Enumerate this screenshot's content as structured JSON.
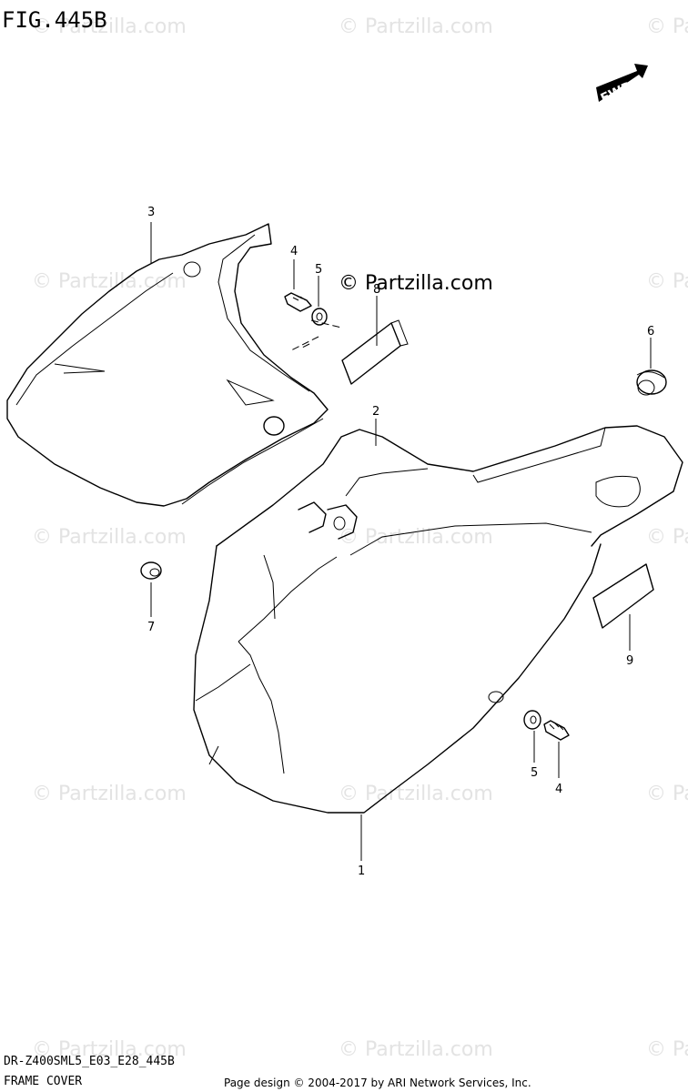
{
  "figure_label": "FIG.445B",
  "fwd_label": "FWD",
  "brand_label": "© Partzilla.com",
  "watermark_text": "© Partzilla.com",
  "callouts": {
    "c3": "3",
    "c4a": "4",
    "c5a": "5",
    "c8": "8",
    "c6": "6",
    "c2": "2",
    "c7": "7",
    "c9": "9",
    "c5b": "5",
    "c4b": "4",
    "c1": "1"
  },
  "footer": {
    "model_code": "DR-Z400SML5_E03_E28_445B",
    "section_name": "FRAME COVER",
    "copyright": "Page design © 2004-2017 by ARI Network Services, Inc."
  }
}
